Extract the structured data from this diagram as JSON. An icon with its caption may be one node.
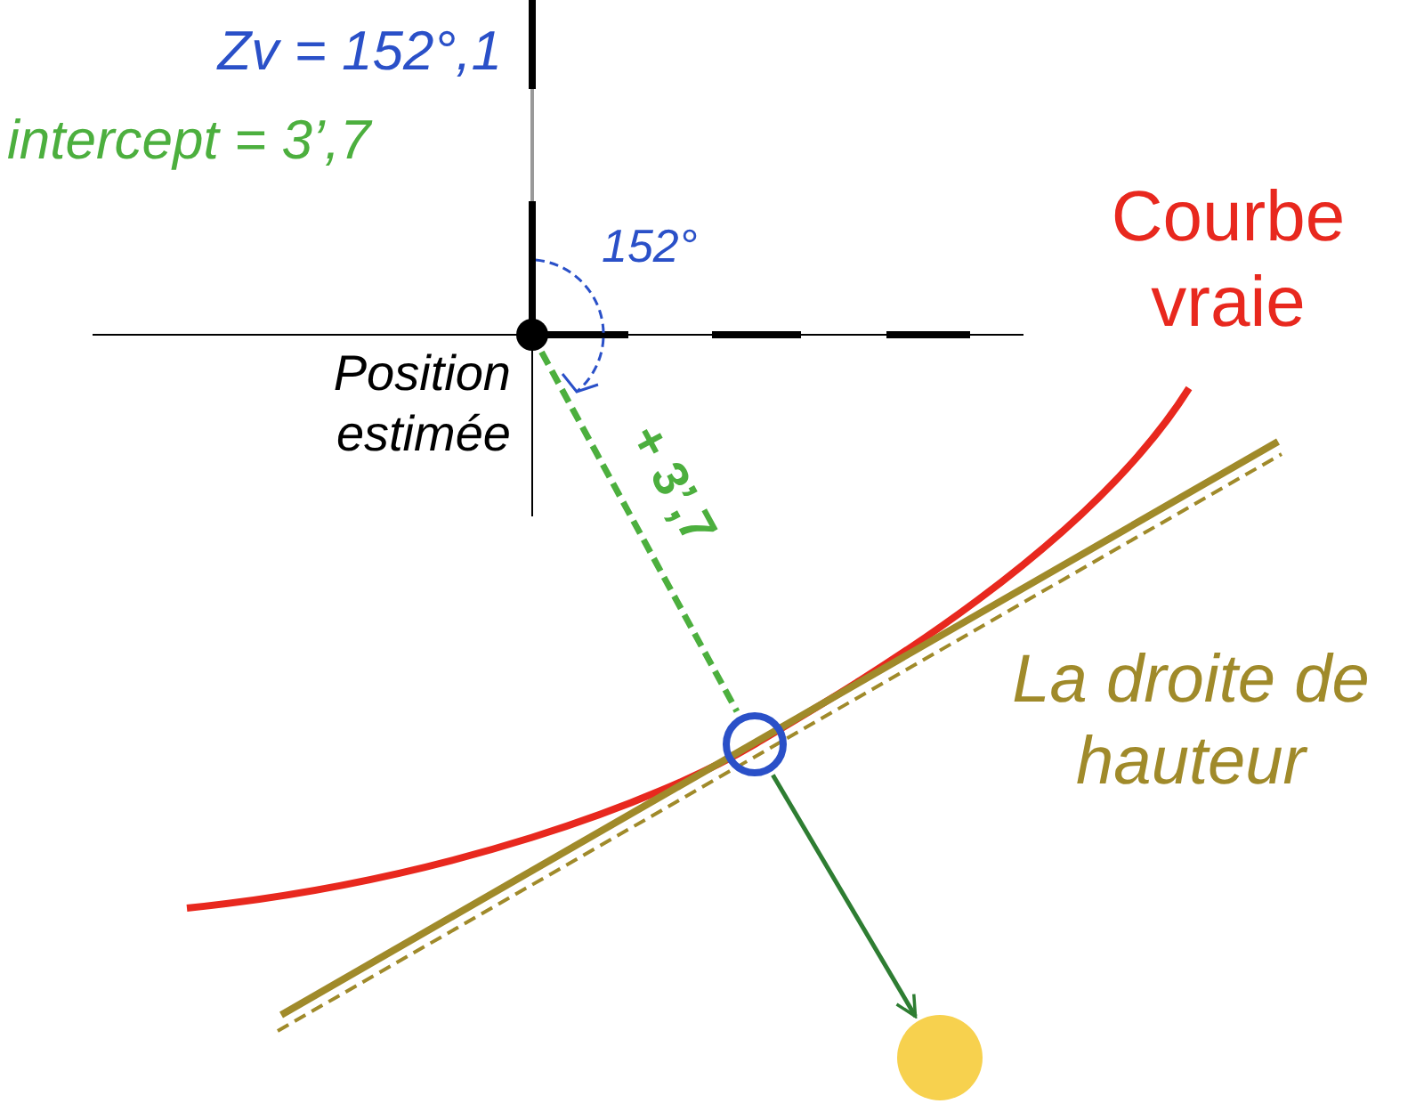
{
  "diagram": {
    "nodes": [
      {
        "text": [],
        "shape": "circle",
        "beside": [
          "Position estimée"
        ]
      },
      {
        "text": [],
        "shape": "circle"
      },
      {
        "text": [],
        "shape": "circle"
      }
    ],
    "edges": [
      {
        "from": 0,
        "to": 1,
        "arrow": "none",
        "style": "dashed",
        "label": "+ 3’,7"
      },
      {
        "from": 1,
        "to": 2,
        "arrow": "to"
      }
    ],
    "labels": [
      "Zv = 152°,1",
      "intercept = 3’,7",
      "152°",
      "Courbe vraie",
      "La droite de hauteur"
    ]
  }
}
